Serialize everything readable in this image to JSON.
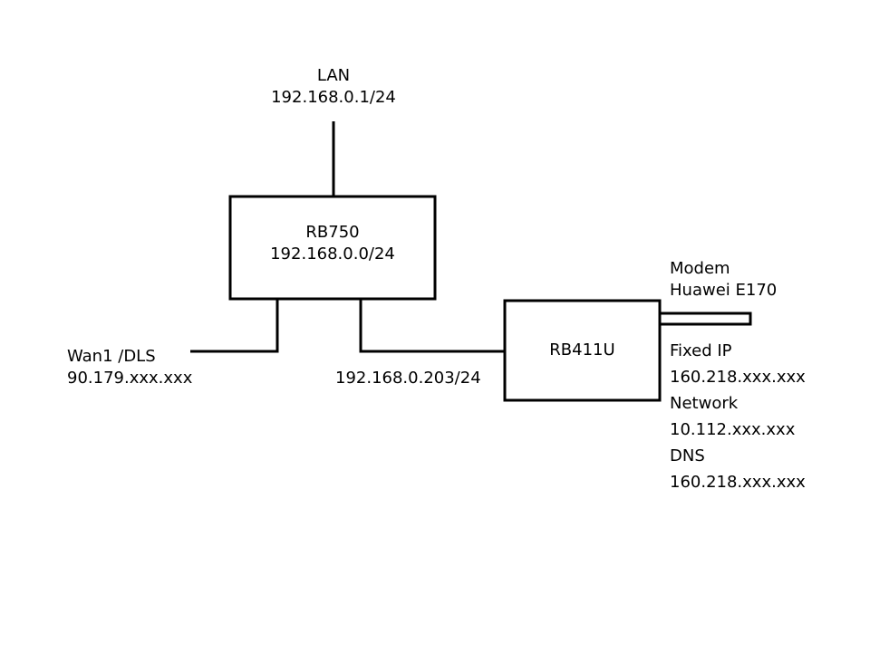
{
  "lan": {
    "title": "LAN",
    "address": "192.168.0.1/24"
  },
  "rb750": {
    "name": "RB750",
    "address": "192.168.0.0/24"
  },
  "wan": {
    "title": "Wan1 /DLS",
    "address": "90.179.xxx.xxx"
  },
  "link": {
    "address": "192.168.0.203/24"
  },
  "rb411u": {
    "name": "RB411U"
  },
  "modem": {
    "title": "Modem",
    "model": "Huawei E170"
  },
  "details": {
    "fixed_ip_label": "Fixed IP",
    "fixed_ip": "160.218.xxx.xxx",
    "network_label": "Network",
    "network": "10.112.xxx.xxx",
    "dns_label": "DNS",
    "dns": "160.218.xxx.xxx"
  },
  "colors": {
    "line": "#000000",
    "background": "#ffffff"
  }
}
